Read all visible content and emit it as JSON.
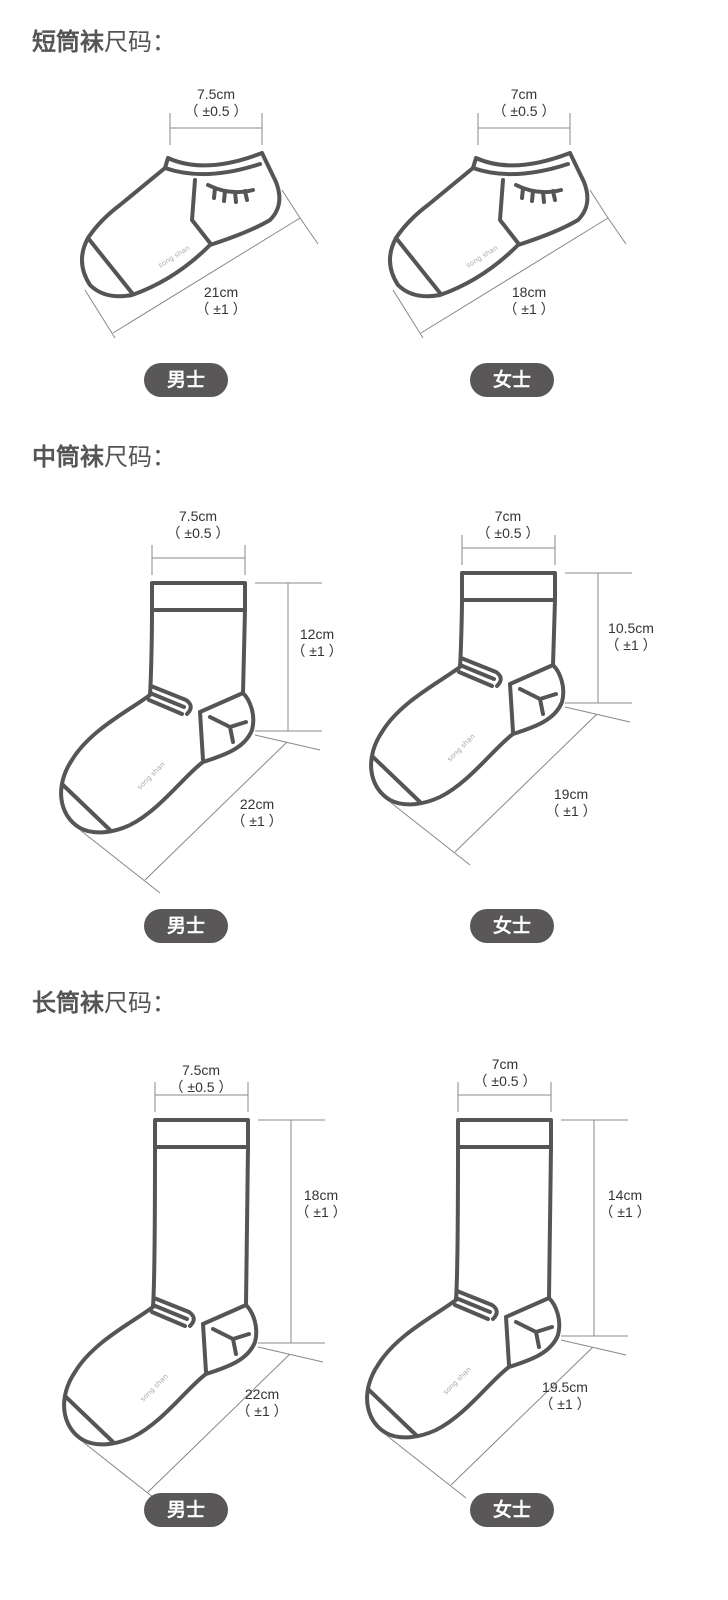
{
  "sections": [
    {
      "title_bold": "短筒袜",
      "title_rest": "尺码：",
      "men": {
        "label": "男士",
        "width": "7.5cm",
        "width_tol": "（ ±0.5 ）",
        "length": "21cm",
        "length_tol": "（ ±1 ）"
      },
      "women": {
        "label": "女士",
        "width": "7cm",
        "width_tol": "（ ±0.5 ）",
        "length": "18cm",
        "length_tol": "（ ±1 ）"
      }
    },
    {
      "title_bold": "中筒袜",
      "title_rest": "尺码：",
      "men": {
        "label": "男士",
        "width": "7.5cm",
        "width_tol": "（ ±0.5 ）",
        "height": "12cm",
        "height_tol": "（ ±1 ）",
        "length": "22cm",
        "length_tol": "（ ±1 ）"
      },
      "women": {
        "label": "女士",
        "width": "7cm",
        "width_tol": "（ ±0.5 ）",
        "height": "10.5cm",
        "height_tol": "（ ±1 ）",
        "length": "19cm",
        "length_tol": "（ ±1 ）"
      }
    },
    {
      "title_bold": "长筒袜",
      "title_rest": "尺码：",
      "men": {
        "label": "男士",
        "width": "7.5cm",
        "width_tol": "（ ±0.5 ）",
        "height": "18cm",
        "height_tol": "（ ±1 ）",
        "length": "22cm",
        "length_tol": "（ ±1 ）"
      },
      "women": {
        "label": "女士",
        "width": "7cm",
        "width_tol": "（ ±0.5 ）",
        "height": "14cm",
        "height_tol": "（ ±1 ）",
        "length": "19.5cm",
        "length_tol": "（ ±1 ）"
      }
    }
  ],
  "logo_text": "song shan"
}
